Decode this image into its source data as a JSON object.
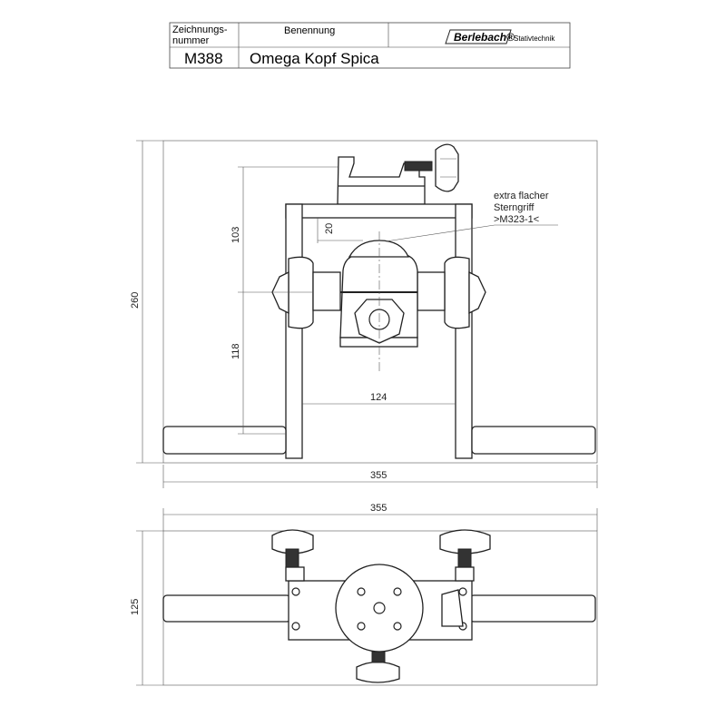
{
  "title_block": {
    "drawing_number_label": "Zeichnungs-",
    "drawing_number_label_2": "nummer",
    "name_label": "Benennung",
    "drawing_number": "M388",
    "name": "Omega Kopf Spica",
    "brand_logo": "Berlebach®",
    "brand_subtitle": "Stativtechnik"
  },
  "front_view": {
    "dim_height": "260",
    "dim_width": "355",
    "dim_upper": "103",
    "dim_lower": "118",
    "dim_knob_gap": "20",
    "dim_inner_width": "124",
    "annotation_line1": "extra flacher",
    "annotation_line2": "Sterngriff",
    "annotation_line3": ">M323-1<"
  },
  "top_view": {
    "dim_width": "355",
    "dim_depth": "125"
  }
}
